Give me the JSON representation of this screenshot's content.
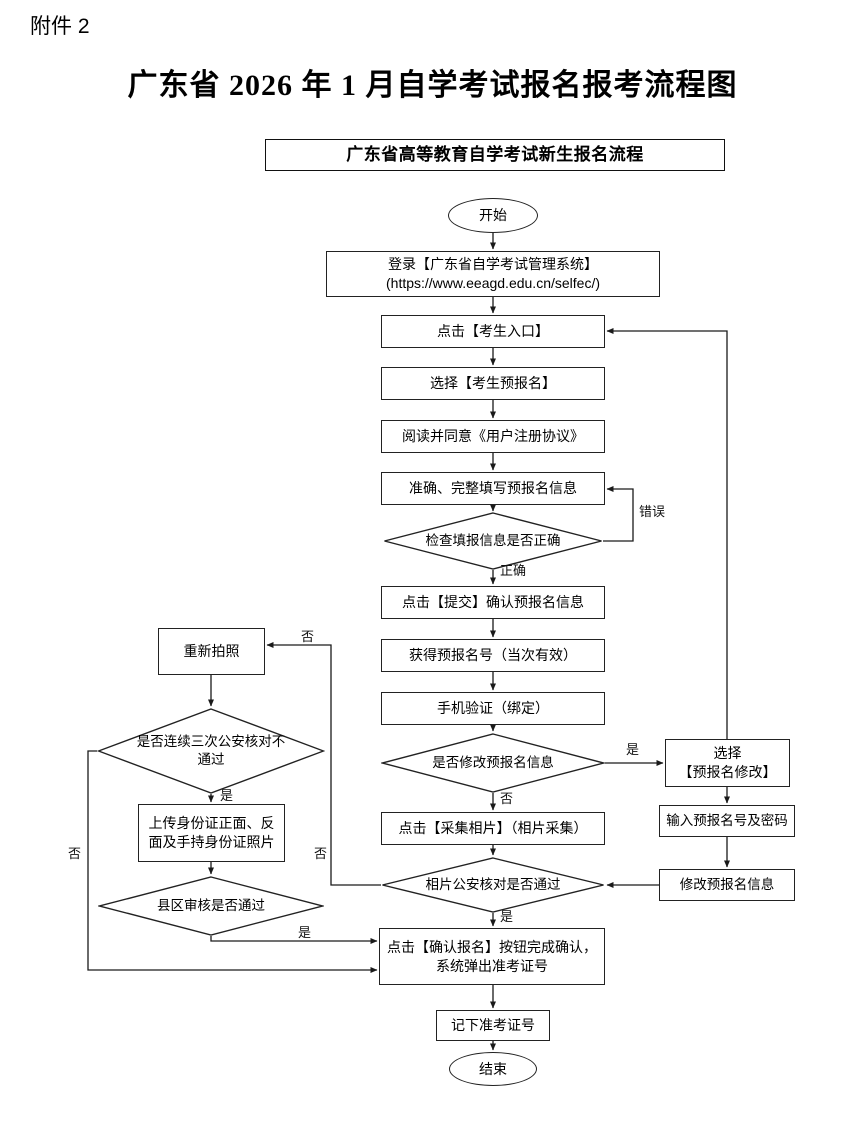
{
  "page": {
    "attachment_label": "附件 2",
    "title": "广东省 2026 年 1 月自学考试报名报考流程图"
  },
  "flowchart": {
    "header": "广东省高等教育自学考试新生报名流程",
    "nodes": {
      "start": "开始",
      "login": "登录【广东省自学考试管理系统】\n(https://www.eeagd.edu.cn/selfec/)",
      "entry": "点击【考生入口】",
      "select_prereg": "选择【考生预报名】",
      "agree": "阅读并同意《用户注册协议》",
      "fill_info": "准确、完整填写预报名信息",
      "check_info": "检查填报信息是否正确",
      "submit": "点击【提交】确认预报名信息",
      "get_number": "获得预报名号（当次有效）",
      "phone_verify": "手机验证（绑定）",
      "modify_q": "是否修改预报名信息",
      "collect_photo": "点击【采集相片】（相片采集）",
      "photo_check_q": "相片公安核对是否通过",
      "confirm": "点击【确认报名】按钮完成确认，\n系统弹出准考证号",
      "note_number": "记下准考证号",
      "end": "结束",
      "select_modify": "选择\n【预报名修改】",
      "input_number": "输入预报名号及密码",
      "modify_info": "修改预报名信息",
      "retake_photo": "重新拍照",
      "three_fail_q": "是否连续三次公安核对不\n通过",
      "upload_id": "上传身份证正面、反\n面及手持身份证照片",
      "county_review_q": "县区审核是否通过"
    },
    "edge_labels": {
      "correct": "正确",
      "error": "错误",
      "yes": "是",
      "no": "否"
    }
  }
}
